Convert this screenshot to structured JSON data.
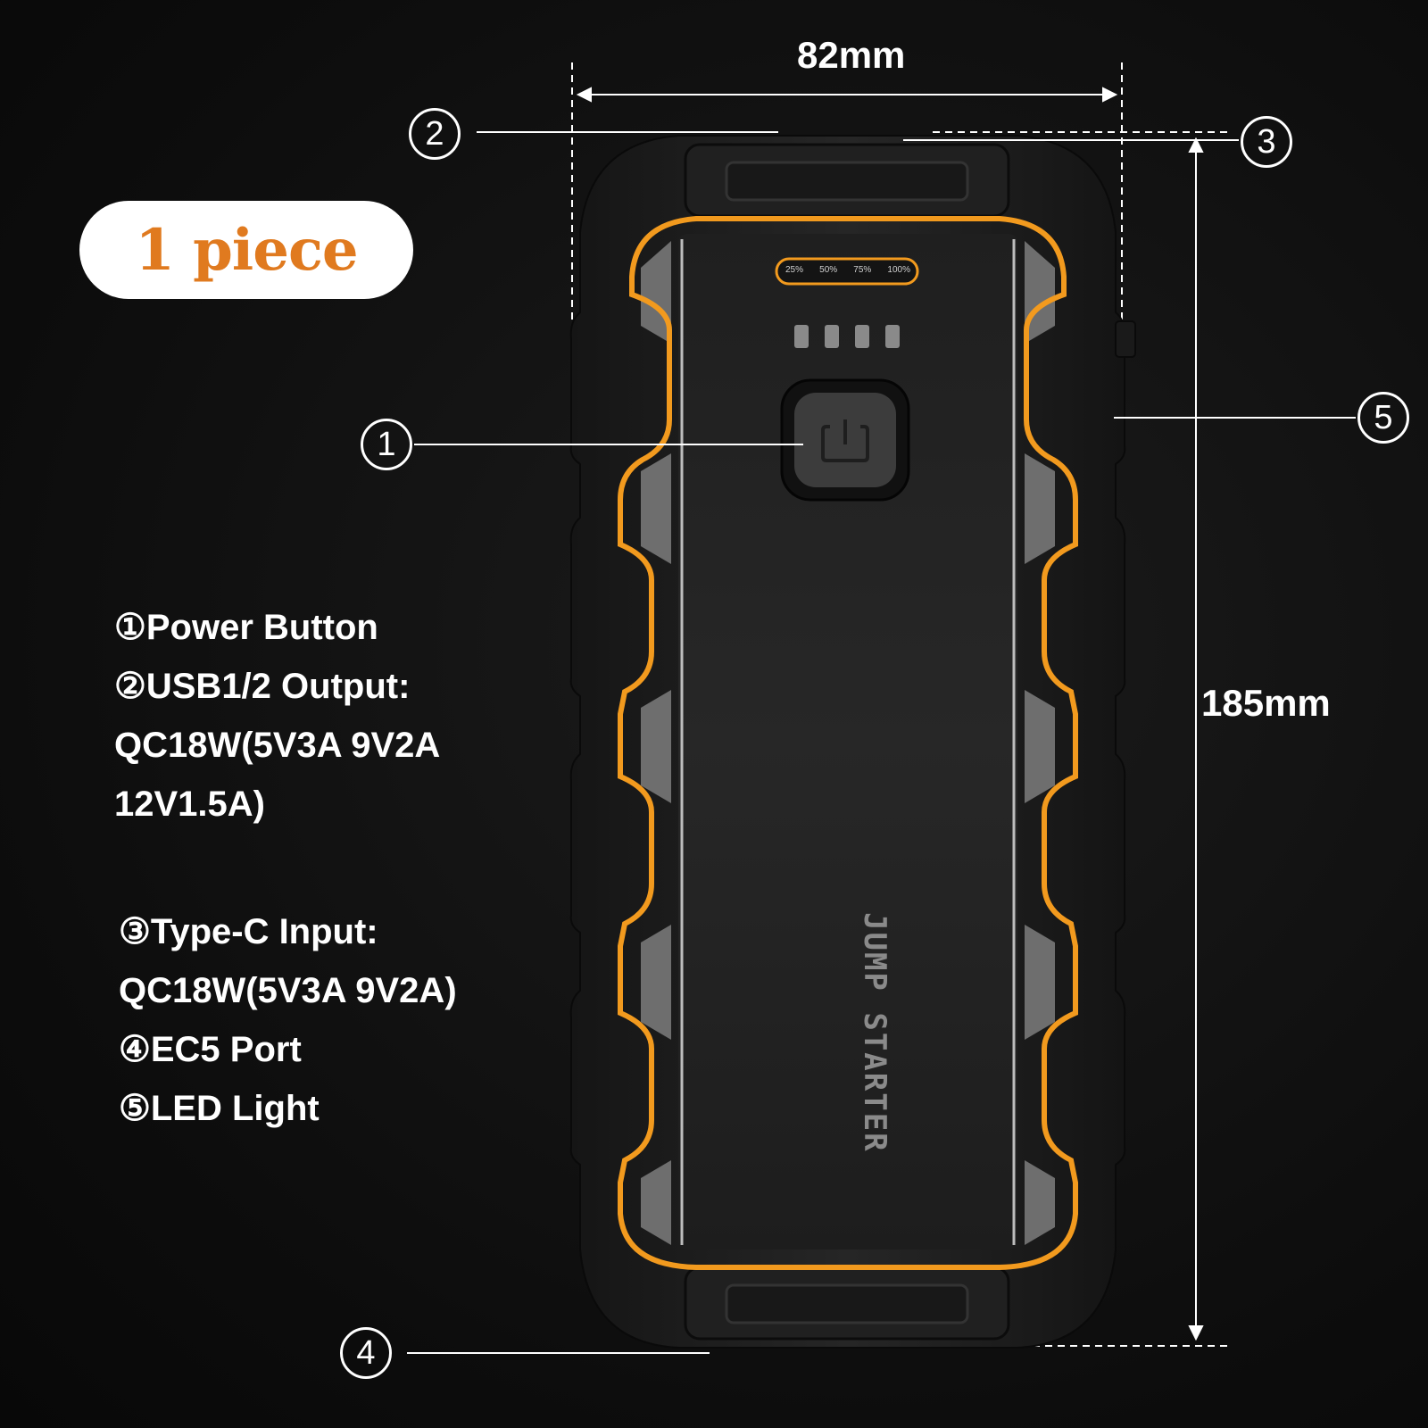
{
  "badge": {
    "text": "1 piece"
  },
  "dimensions": {
    "width": "82mm",
    "height": "185mm"
  },
  "callouts": [
    "1",
    "2",
    "3",
    "4",
    "5"
  ],
  "device": {
    "battery_scale": [
      "25%",
      "50%",
      "75%",
      "100%"
    ],
    "brand_text": "JUMP STARTER",
    "colors": {
      "body": "#1a1a1a",
      "accent": "#f29a1e",
      "grip": "#6e6e6e",
      "panel": "#232323"
    },
    "icons": [
      "power-icon"
    ]
  },
  "legend": {
    "line1": "①Power Button",
    "line2": "②USB1/2 Output:",
    "line3": "QC18W(5V3A 9V2A",
    "line4": "12V1.5A)",
    "line5": "③Type-C Input:",
    "line6": "QC18W(5V3A 9V2A)",
    "line7": "④EC5 Port",
    "line8": "⑤LED Light"
  }
}
